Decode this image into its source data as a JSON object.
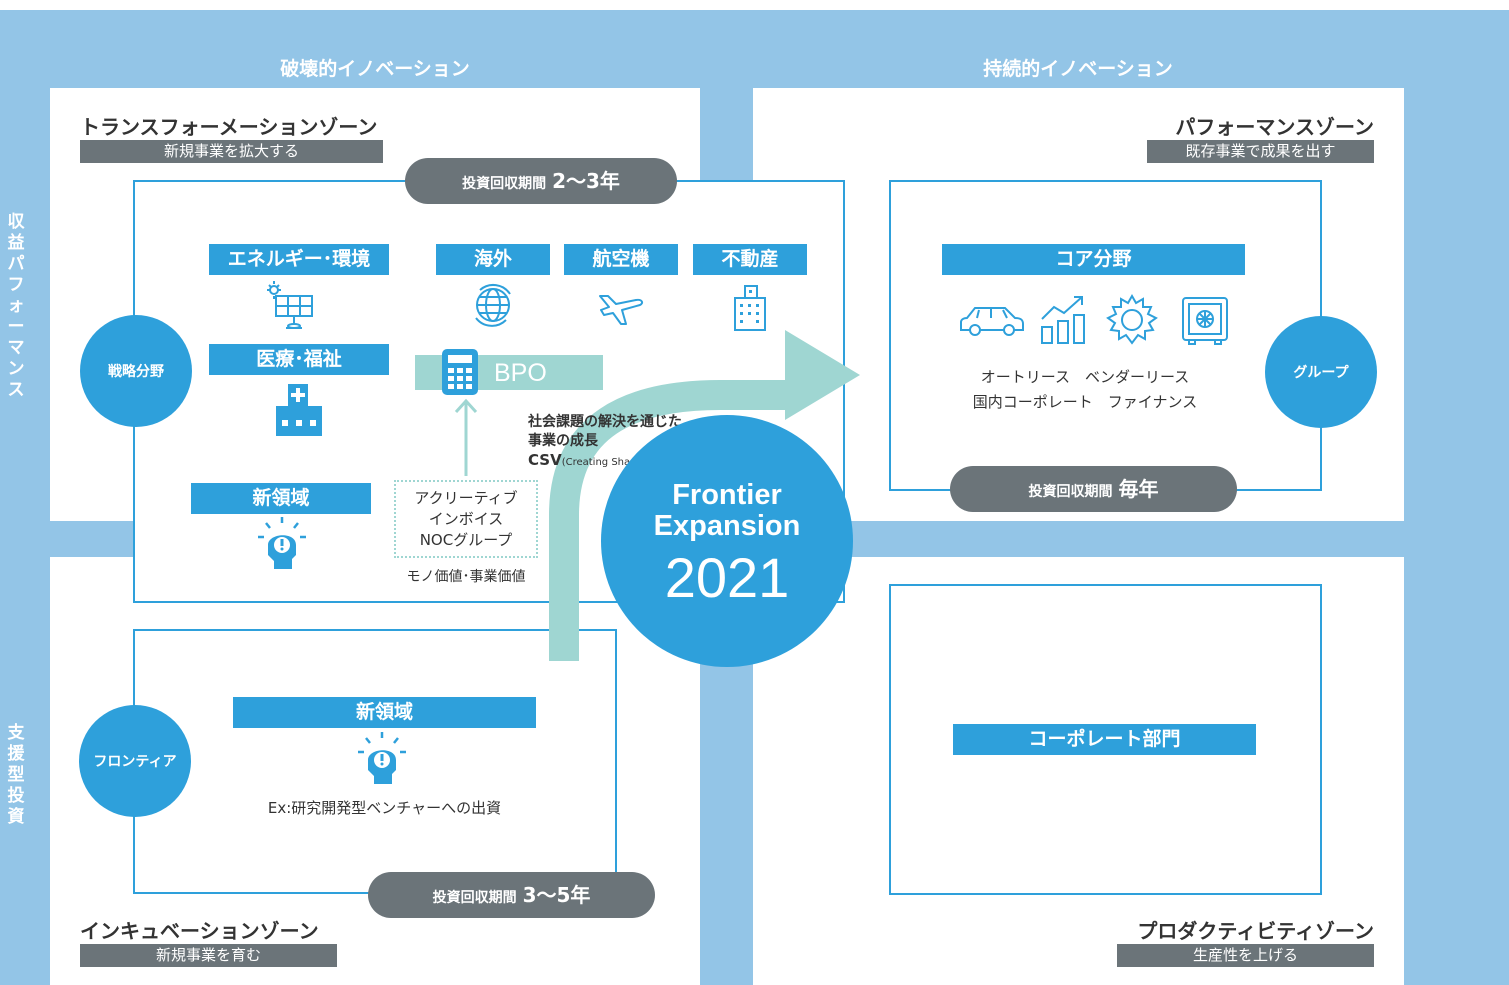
{
  "headers": {
    "left": "破壊的イノベーション",
    "right": "持続的イノベーション"
  },
  "side": {
    "top": "収益パフォーマンス",
    "bottom": "支援型投資"
  },
  "transformation": {
    "title": "トランスフォーメーションゾーン",
    "subtitle": "新規事業を拡大する",
    "payback_label": "投資回収期間",
    "payback_value": "2〜3年",
    "circle": "戦略分野",
    "tags": {
      "energy": "エネルギー･環境",
      "overseas": "海外",
      "aircraft": "航空機",
      "realestate": "不動産",
      "medical": "医療･福祉",
      "newfield": "新領域"
    },
    "bpo": "BPO",
    "box_lines": [
      "アクリーティブ",
      "インボイス",
      "NOCグループ"
    ],
    "below_box": "モノ価値･事業価値"
  },
  "csv": {
    "line1": "社会課題の解決を通じた",
    "line2": "事業の成長",
    "csv_main": "CSV",
    "csv_paren": "(Creating Shared Value)"
  },
  "center": {
    "line1": "Frontier",
    "line2": "Expansion",
    "year": "2021"
  },
  "performance": {
    "title": "パフォーマンスゾーン",
    "subtitle": "既存事業で成果を出す",
    "tag": "コア分野",
    "items_line1": "オートリース　ベンダーリース",
    "items_line2": "国内コーポレート　ファイナンス",
    "circle": "グループ",
    "payback_label": "投資回収期間",
    "payback_value": "毎年"
  },
  "incubation": {
    "title": "インキュベーションゾーン",
    "subtitle": "新規事業を育む",
    "circle": "フロンティア",
    "tag": "新領域",
    "example": "Ex:研究開発型ベンチャーへの出資",
    "payback_label": "投資回収期間",
    "payback_value": "3〜5年"
  },
  "productivity": {
    "title": "プロダクティビティゾーン",
    "subtitle": "生産性を上げる",
    "tag": "コーポレート部門"
  },
  "colors": {
    "accent": "#2ea0db",
    "background": "#93c5e7",
    "gray": "#6b7479",
    "arrow": "#9fd6d2"
  }
}
